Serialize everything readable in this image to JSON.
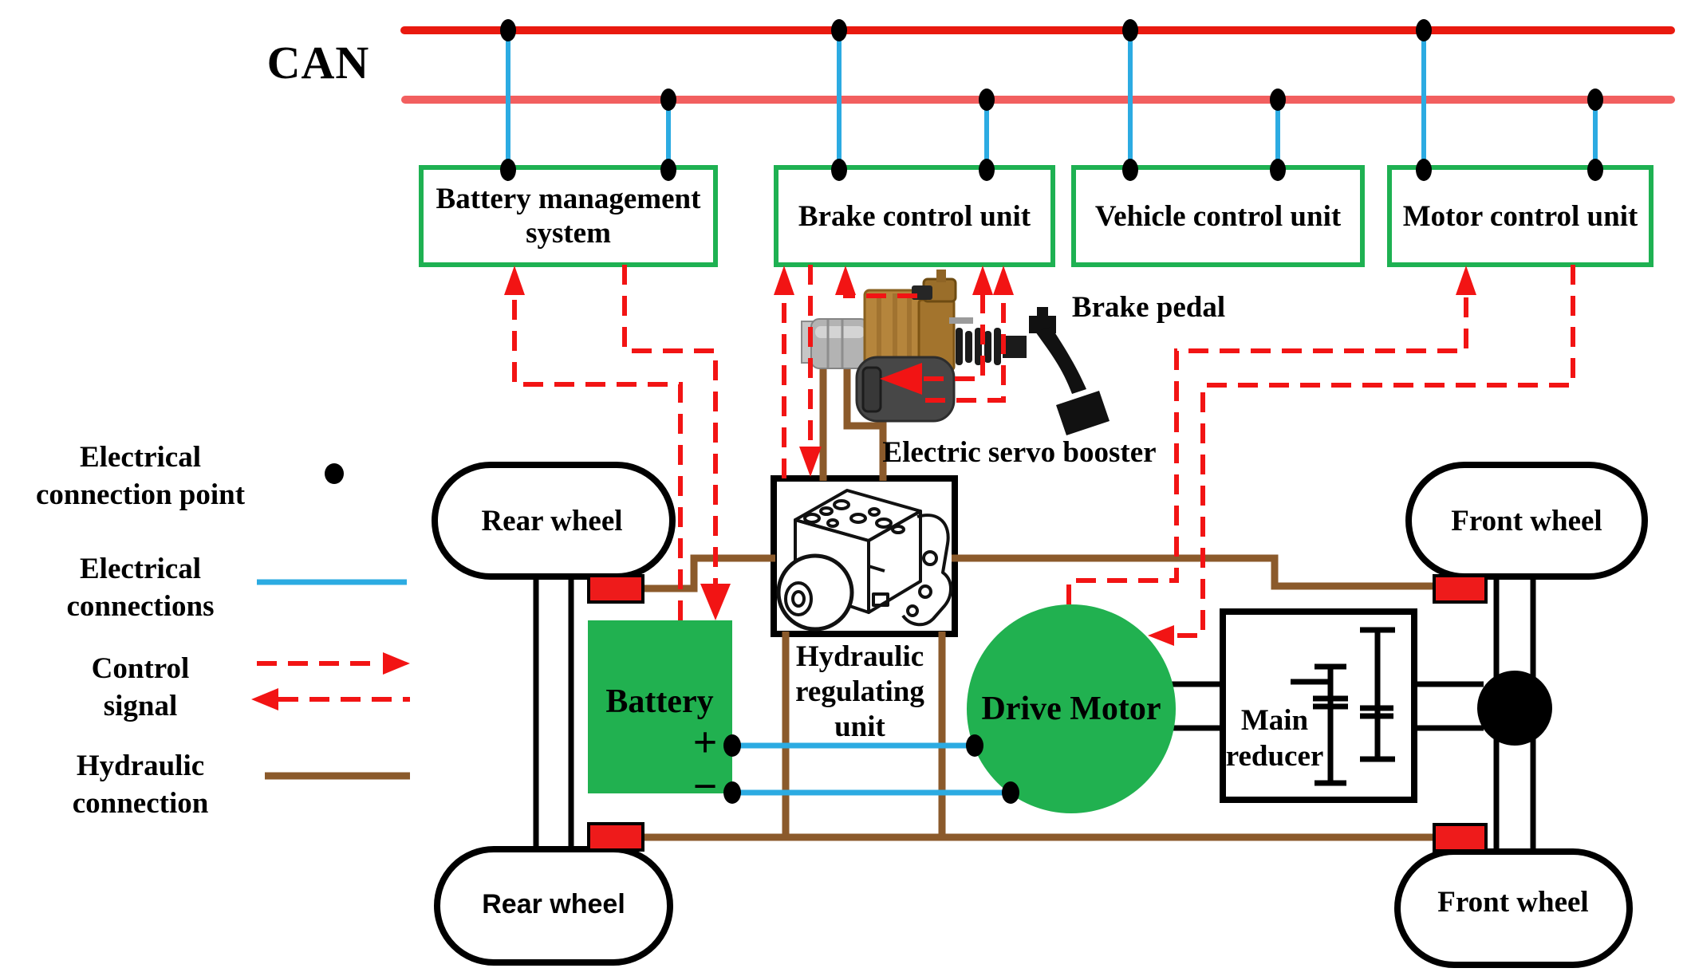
{
  "colors": {
    "can_high": "#e9190f",
    "can_low": "#f25f5f",
    "electrical": "#2cabe2",
    "control": "#f21414",
    "hydraulic": "#8b5a2b",
    "unit_border": "#1eb152",
    "component_green": "#21b150",
    "caliper": "#ee1b1b"
  },
  "can": {
    "label": "CAN"
  },
  "control_units": [
    {
      "id": "battery-management-system",
      "lines": [
        "Battery management",
        "system"
      ]
    },
    {
      "id": "brake-control-unit",
      "lines": [
        "Brake control unit",
        ""
      ]
    },
    {
      "id": "vehicle-control-unit",
      "lines": [
        "Vehicle control unit",
        ""
      ]
    },
    {
      "id": "motor-control-unit",
      "lines": [
        "Motor control unit",
        ""
      ]
    }
  ],
  "legend": {
    "items": [
      {
        "id": "electrical-connection-point",
        "symbol": "black-dot",
        "lines": [
          "Electrical",
          "connection point"
        ]
      },
      {
        "id": "electrical-connections",
        "symbol": "blue-line",
        "lines": [
          "Electrical",
          "connections"
        ]
      },
      {
        "id": "control-signal",
        "symbol": "red-dashed-arrows",
        "lines": [
          "Control",
          "signal"
        ]
      },
      {
        "id": "hydraulic-connection",
        "symbol": "brown-line",
        "lines": [
          "Hydraulic",
          "connection"
        ]
      }
    ]
  },
  "components": {
    "battery": {
      "label": "Battery",
      "plus": "+",
      "minus": "−"
    },
    "drive_motor": {
      "label": "Drive Motor"
    },
    "main_reducer": {
      "lines": [
        "Main",
        "reducer"
      ]
    },
    "hydraulic_regulating_unit": {
      "lines": [
        "Hydraulic",
        "regulating",
        "unit"
      ]
    },
    "electric_servo_booster": {
      "label": "Electric servo booster"
    },
    "brake_pedal": {
      "label": "Brake pedal"
    }
  },
  "wheels": {
    "rear_top": "Rear wheel",
    "rear_bottom": "Rear wheel",
    "front_top": "Front wheel",
    "front_bottom": "Front wheel"
  }
}
